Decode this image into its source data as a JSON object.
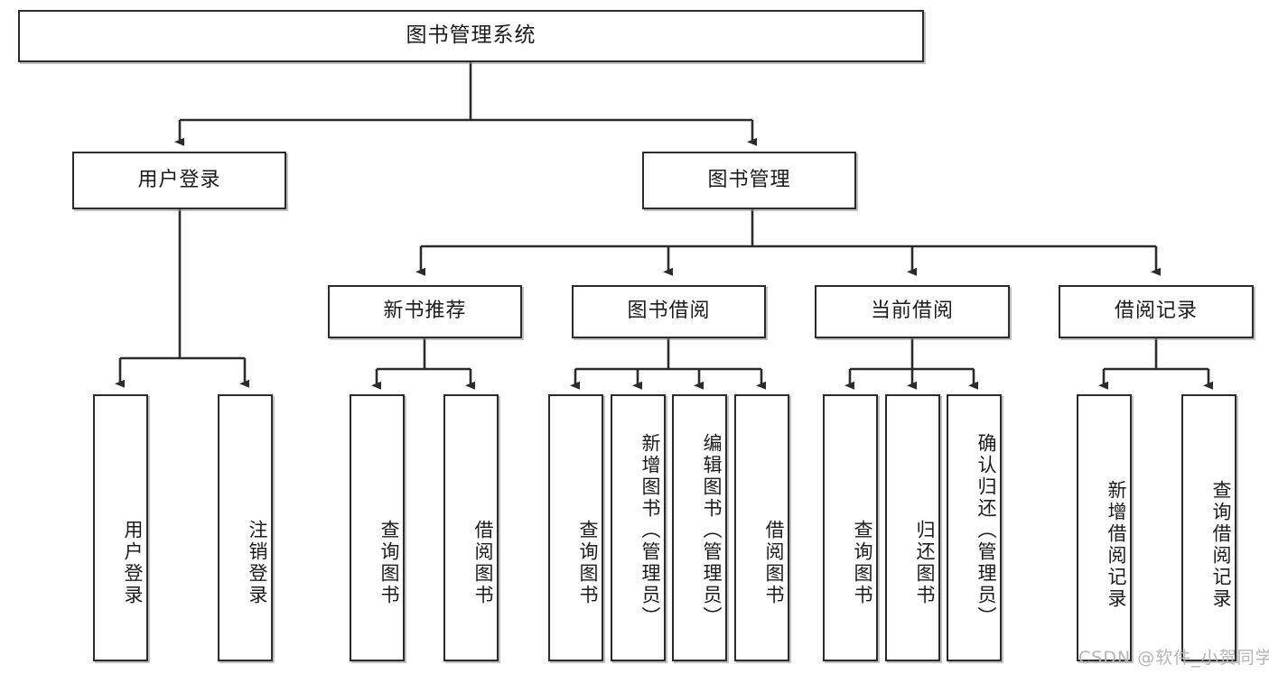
{
  "diagram": {
    "title": "图书管理系统",
    "type": "hierarchy-tree",
    "nodes": {
      "root": {
        "label": "图书管理系统",
        "level": 0
      },
      "user_login": {
        "label": "用户登录",
        "level": 1
      },
      "book_manage": {
        "label": "图书管理",
        "level": 1
      },
      "new_book_rec": {
        "label": "新书推荐",
        "level": 2
      },
      "book_borrow": {
        "label": "图书借阅",
        "level": 2
      },
      "current_borrow": {
        "label": "当前借阅",
        "level": 2
      },
      "borrow_record": {
        "label": "借阅记录",
        "level": 2
      },
      "leaf_user_login": {
        "label": "用户登录",
        "level": 3
      },
      "leaf_logout": {
        "label": "注销登录",
        "level": 3
      },
      "leaf_query_book_1": {
        "label": "查询图书",
        "level": 3
      },
      "leaf_borrow_book_1": {
        "label": "借阅图书",
        "level": 3
      },
      "leaf_query_book_2": {
        "label": "查询图书",
        "level": 3
      },
      "leaf_add_book": {
        "label": "新增图书（管理员）",
        "level": 3
      },
      "leaf_edit_book": {
        "label": "编辑图书（管理员）",
        "level": 3
      },
      "leaf_borrow_book_2": {
        "label": "借阅图书",
        "level": 3
      },
      "leaf_query_book_3": {
        "label": "查询图书",
        "level": 3
      },
      "leaf_return_book": {
        "label": "归还图书",
        "level": 3
      },
      "leaf_confirm_return": {
        "label": "确认归还（管理员）",
        "level": 3
      },
      "leaf_add_record": {
        "label": "新增借阅记录",
        "level": 3
      },
      "leaf_query_record": {
        "label": "查询借阅记录",
        "level": 3
      }
    }
  },
  "watermark": {
    "text": "CSDN @软件_小贺同学"
  },
  "colors": {
    "border": "#2b2b2b",
    "background": "#ffffff",
    "text": "#1b1b1b",
    "watermark": "#b5b5b5"
  }
}
